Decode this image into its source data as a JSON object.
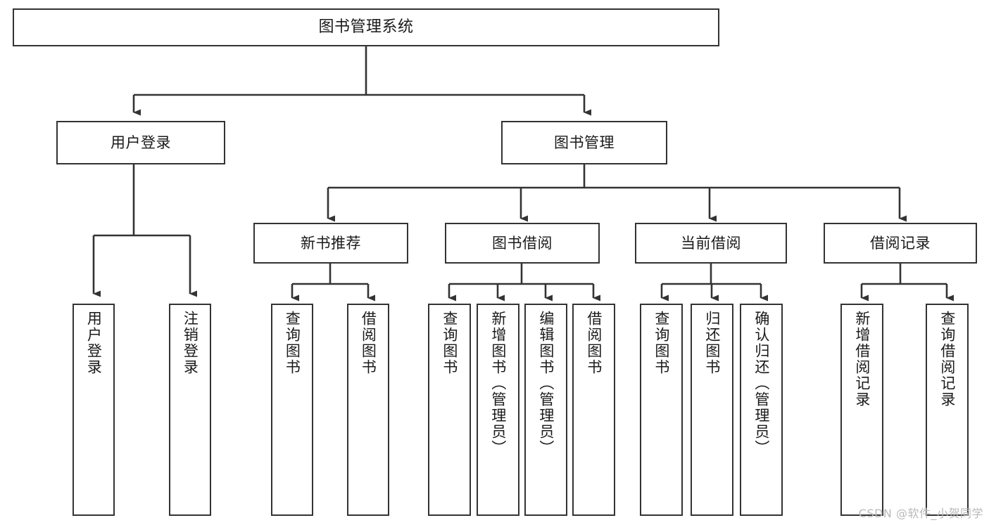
{
  "diagram": {
    "title": "图书管理系统",
    "type": "tree-hierarchy-chart",
    "line_color": "#333333",
    "box_fill": "#ffffff",
    "text_color": "#1a1a1a",
    "watermark": "CSDN @软件_小贺同学"
  },
  "nodes": {
    "root": {
      "label": "图书管理系统"
    },
    "level1": [
      {
        "label": "用户登录"
      },
      {
        "label": "图书管理"
      }
    ],
    "level2": [
      {
        "label": "新书推荐"
      },
      {
        "label": "图书借阅"
      },
      {
        "label": "当前借阅"
      },
      {
        "label": "借阅记录"
      }
    ],
    "leaves": {
      "user_login": [
        {
          "label": "用户登录"
        },
        {
          "label": "注销登录"
        }
      ],
      "new_book_recommend": [
        {
          "label": "查询图书"
        },
        {
          "label": "借阅图书"
        }
      ],
      "book_borrow": [
        {
          "label": "查询图书"
        },
        {
          "label": "新增图书（管理员）"
        },
        {
          "label": "编辑图书（管理员）"
        },
        {
          "label": "借阅图书"
        }
      ],
      "current_borrow": [
        {
          "label": "查询图书"
        },
        {
          "label": "归还图书"
        },
        {
          "label": "确认归还（管理员）"
        }
      ],
      "borrow_record": [
        {
          "label": "新增借阅记录"
        },
        {
          "label": "查询借阅记录"
        }
      ]
    }
  }
}
